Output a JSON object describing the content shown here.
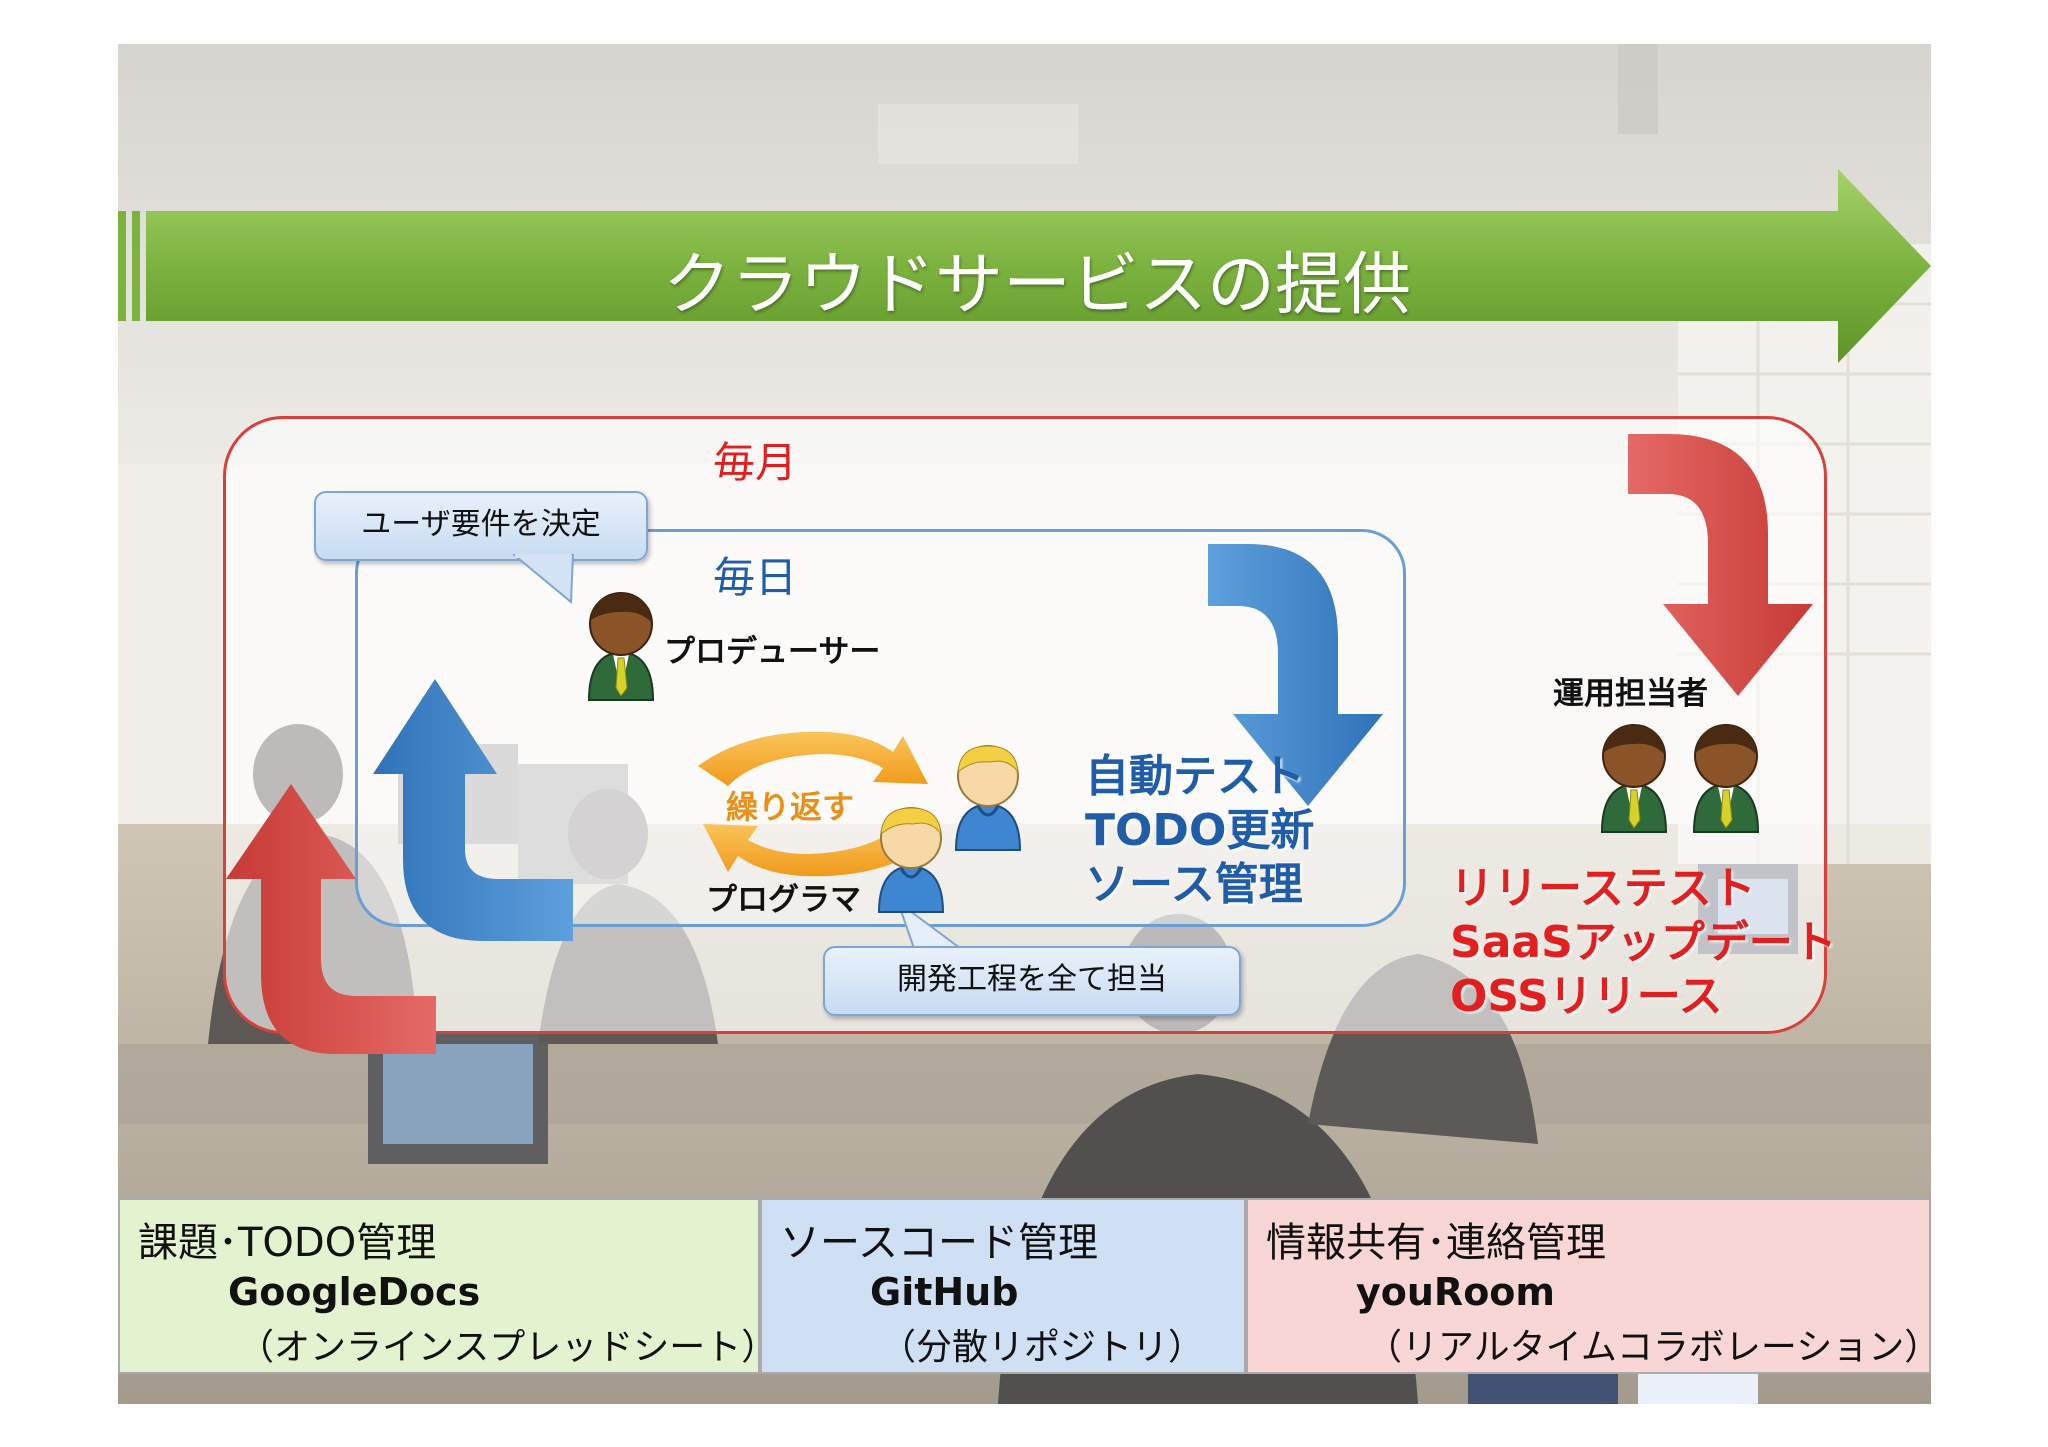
{
  "banner": {
    "title": "クラウドサービスの提供"
  },
  "cycle": {
    "monthly_label": "毎月",
    "daily_label": "毎日",
    "repeat_label": "繰り返す"
  },
  "callouts": {
    "user_requirements": "ユーザ要件を決定",
    "development": "開発工程を全て担当"
  },
  "roles": {
    "producer": "プロデューサー",
    "programmer": "プログラマ",
    "operator": "運用担当者"
  },
  "daily_tasks": [
    "自動テスト",
    "TODO更新",
    "ソース管理"
  ],
  "monthly_tasks": [
    "リリーステスト",
    "SaaSアップデート",
    "OSSリリース"
  ],
  "tools": [
    {
      "title": "課題･TODO管理",
      "name": "GoogleDocs",
      "description": "（オンラインスプレッドシート）"
    },
    {
      "title": "ソースコード管理",
      "name": "GitHub",
      "description": "（分散リポジトリ）"
    },
    {
      "title": "情報共有･連絡管理",
      "name": "youRoom",
      "description": "（リアルタイムコラボレーション）"
    }
  ],
  "colors": {
    "banner_green": "#7db542",
    "monthly_red": "#d8403b",
    "daily_blue": "#3f86c8",
    "tool1_bg": "#e4f3cf",
    "tool2_bg": "#cfe0f5",
    "tool3_bg": "#f8d6d6"
  }
}
